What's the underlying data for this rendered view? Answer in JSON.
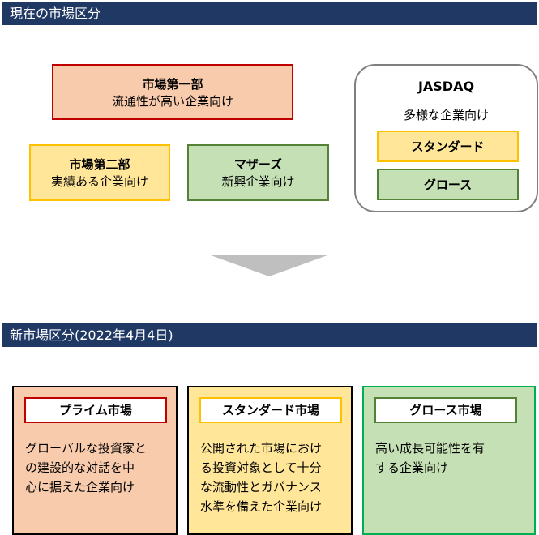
{
  "current": {
    "title": "現在の市場区分",
    "first": {
      "name": "市場第一部",
      "desc": "流通性が高い企業向け"
    },
    "second": {
      "name": "市場第二部",
      "desc": "実績ある企業向け"
    },
    "mothers": {
      "name": "マザーズ",
      "desc": "新興企業向け"
    },
    "jasdaq": {
      "name": "JASDAQ",
      "desc": "多様な企業向け",
      "standard": "スタンダード",
      "growth": "グロース"
    }
  },
  "new": {
    "title": "新市場区分(2022年4月4日)",
    "cards": [
      {
        "name": "プライム市場",
        "lines": [
          "グローバルな投資家と",
          "の建設的な対話を中",
          "心に据えた企業向け"
        ]
      },
      {
        "name": "スタンダード市場",
        "lines": [
          "公開された市場におけ",
          "る投資対象として十分",
          "な流動性とガバナンス",
          "水準を備えた企業向け"
        ]
      },
      {
        "name": "グロース市場",
        "lines": [
          "高い成長可能性を有",
          "する企業向け"
        ]
      }
    ]
  },
  "colors": {
    "header": "#203864",
    "red": "#c00000",
    "yellow": "#ffc000",
    "green": "#538135"
  }
}
